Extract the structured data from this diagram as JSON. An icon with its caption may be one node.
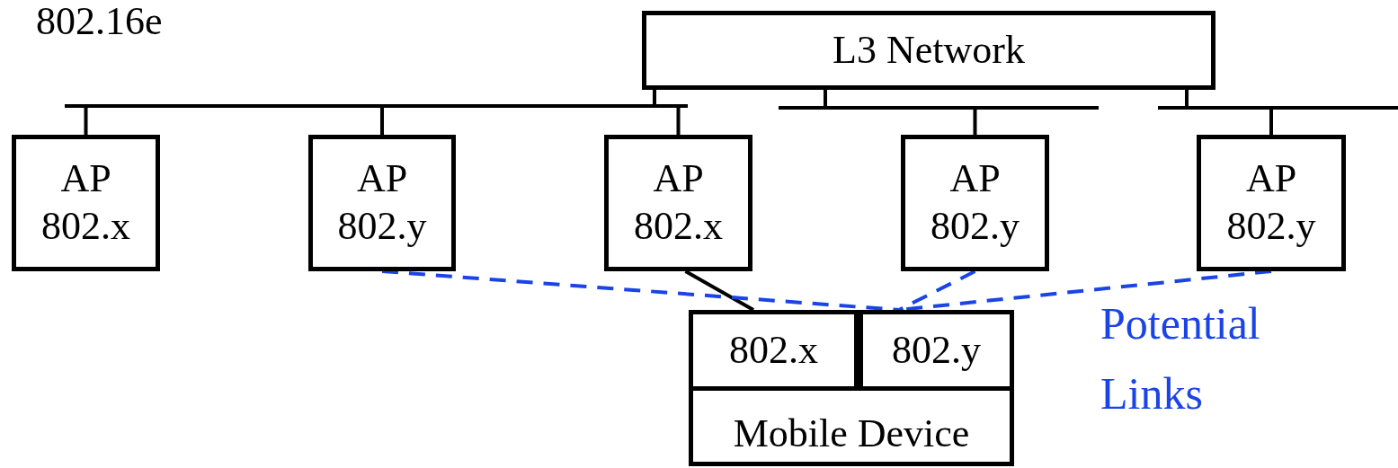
{
  "diagram": {
    "nodes": [
      {
        "text": [
          "L3 Network"
        ]
      },
      {
        "text": [
          "AP",
          "802.x"
        ]
      },
      {
        "text": [
          "AP",
          "802.y"
        ]
      },
      {
        "text": [
          "AP",
          "802.x"
        ]
      },
      {
        "text": [
          "AP",
          "802.y"
        ]
      },
      {
        "text": [
          "AP",
          "802.y"
        ]
      },
      {
        "text": [
          "Mobile Device"
        ]
      },
      {
        "text": [
          "802.x"
        ],
        "in": 6
      },
      {
        "text": [
          "802.y"
        ],
        "in": 6
      }
    ],
    "edges": [
      {
        "from": 0,
        "to": 1,
        "arrow": "none"
      },
      {
        "from": 0,
        "to": 2,
        "arrow": "none"
      },
      {
        "from": 0,
        "to": 3,
        "arrow": "none"
      },
      {
        "from": 0,
        "to": 4,
        "arrow": "none"
      },
      {
        "from": 0,
        "to": 5,
        "arrow": "none"
      },
      {
        "from": 3,
        "to": 7,
        "arrow": "none"
      },
      {
        "from": 2,
        "to": 8,
        "arrow": "none",
        "style": "dashed",
        "color": "#1a44e6"
      },
      {
        "from": 4,
        "to": 8,
        "arrow": "none",
        "style": "dashed",
        "color": "#1a44e6"
      },
      {
        "from": 5,
        "to": 8,
        "arrow": "none",
        "style": "dashed",
        "color": "#1a44e6"
      }
    ],
    "labels": [
      "802.16e",
      "Potential Links"
    ]
  }
}
